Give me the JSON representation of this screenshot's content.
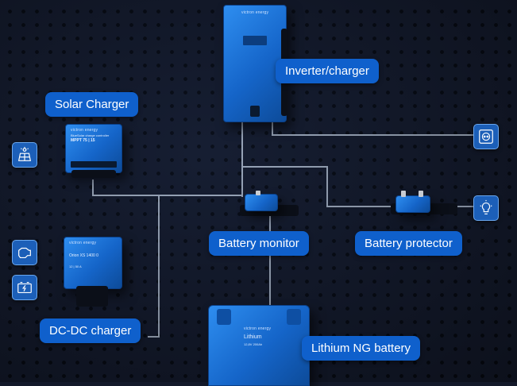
{
  "labels": {
    "inverter_charger": "Inverter/charger",
    "solar_charger": "Solar Charger",
    "battery_monitor": "Battery monitor",
    "battery_protector": "Battery protector",
    "dc_dc_charger": "DC-DC charger",
    "lithium_battery": "Lithium NG battery"
  },
  "device_text": {
    "inverter_brand": "victron energy",
    "solar_brand": "victron energy",
    "solar_model": "MPPT 75 | 15",
    "solar_line": "BlueSolar charge controller",
    "dcdc_brand": "victron energy",
    "dcdc_model": "Orion XS 1400 0",
    "dcdc_spec": "12 | 50 A",
    "battery_brand": "victron energy",
    "battery_model": "Lithium",
    "battery_spec": "12,8V 200Ah"
  },
  "icons": [
    "solar-panel-icon",
    "engine-icon",
    "battery-icon",
    "power-outlet-icon",
    "light-bulb-icon"
  ],
  "colors": {
    "accent": "#0f60cc",
    "background": "#13192a",
    "device_blue": "#1565c9",
    "wire": "#c9d6e6"
  }
}
